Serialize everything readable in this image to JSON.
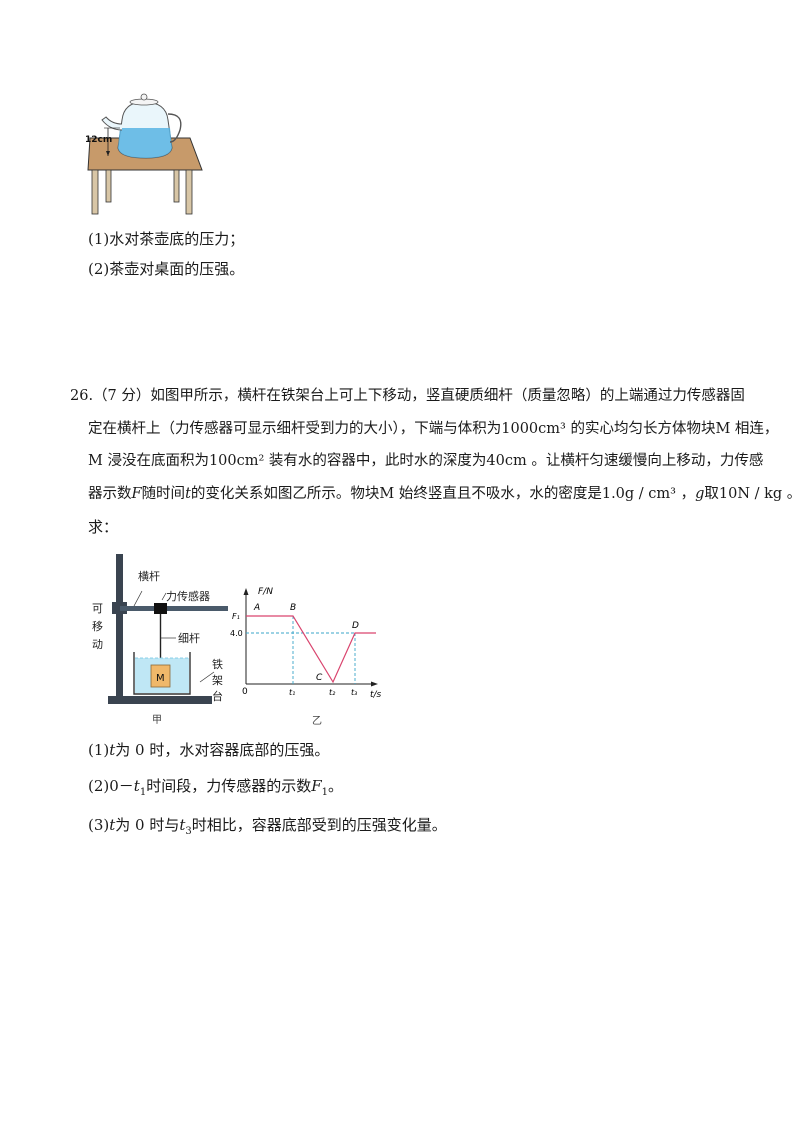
{
  "teapot_figure": {
    "height_label": "12cm"
  },
  "prev_question": {
    "sub1": "(1)水对茶壶底的压力；",
    "sub2": "(2)茶壶对桌面的压强。"
  },
  "question26": {
    "line1": "26.（7 分）如图甲所示，横杆在铁架台上可上下移动，竖直硬质细杆（质量忽略）的上端通过力传感器固",
    "line2": "定在横杆上（力传感器可显示细杆受到力的大小），下端与体积为1000cm³ 的实心均匀长方体物块M 相连，",
    "line3": "M 浸没在底面积为100cm² 装有水的容器中，此时水的深度为40cm 。让横杆匀速缓慢向上移动，力传感",
    "line4_a": "器示数",
    "line4_F": "F",
    "line4_b": "随时间",
    "line4_t": "t",
    "line4_c": "的变化关系如图乙所示。物块M 始终竖直且不吸水，水的密度是1.0g / cm³ ，",
    "line4_g": "g",
    "line4_d": "取10N / kg 。",
    "line5": "求：",
    "sub1_a": "(1)",
    "sub1_t": "t",
    "sub1_b": "为 0 时，水对容器底部的压强。",
    "sub2_a": "(2)0－",
    "sub2_t": "t",
    "sub2_t_sub": "1",
    "sub2_b": "时间段，力传感器的示数",
    "sub2_F": "F",
    "sub2_F_sub": "1",
    "sub2_c": "。",
    "sub3_a": "(3)",
    "sub3_t": "t",
    "sub3_b": "为 0 时与",
    "sub3_t3": "t",
    "sub3_t3_sub": "3",
    "sub3_c": "时相比，容器底部受到的压强变化量。"
  },
  "figure_jia": {
    "label_crossbar": "横杆",
    "label_sensor": "力传感器",
    "label_rod": "细杆",
    "label_movable": [
      "可",
      "移",
      "动"
    ],
    "label_stand": [
      "铁",
      "架",
      "台"
    ],
    "block_label": "M",
    "caption": "甲"
  },
  "figure_yi": {
    "caption": "乙"
  },
  "chart_data": {
    "type": "line",
    "ylabel": "F/N",
    "xlabel": "t/s",
    "origin_label": "0",
    "y_ticks": [
      "F₁",
      "4.0"
    ],
    "x_ticks": [
      "t₁",
      "t₂",
      "t₃"
    ],
    "points": [
      {
        "name": "A",
        "x": "0",
        "y": "F₁"
      },
      {
        "name": "B",
        "x": "t₁",
        "y": "F₁"
      },
      {
        "name": "C",
        "x": "t₂",
        "y": "0"
      },
      {
        "name": "D",
        "x": "t₃",
        "y": "4.0"
      }
    ],
    "line_color": "#d9446e",
    "guide_color": "#3aa6c9"
  }
}
